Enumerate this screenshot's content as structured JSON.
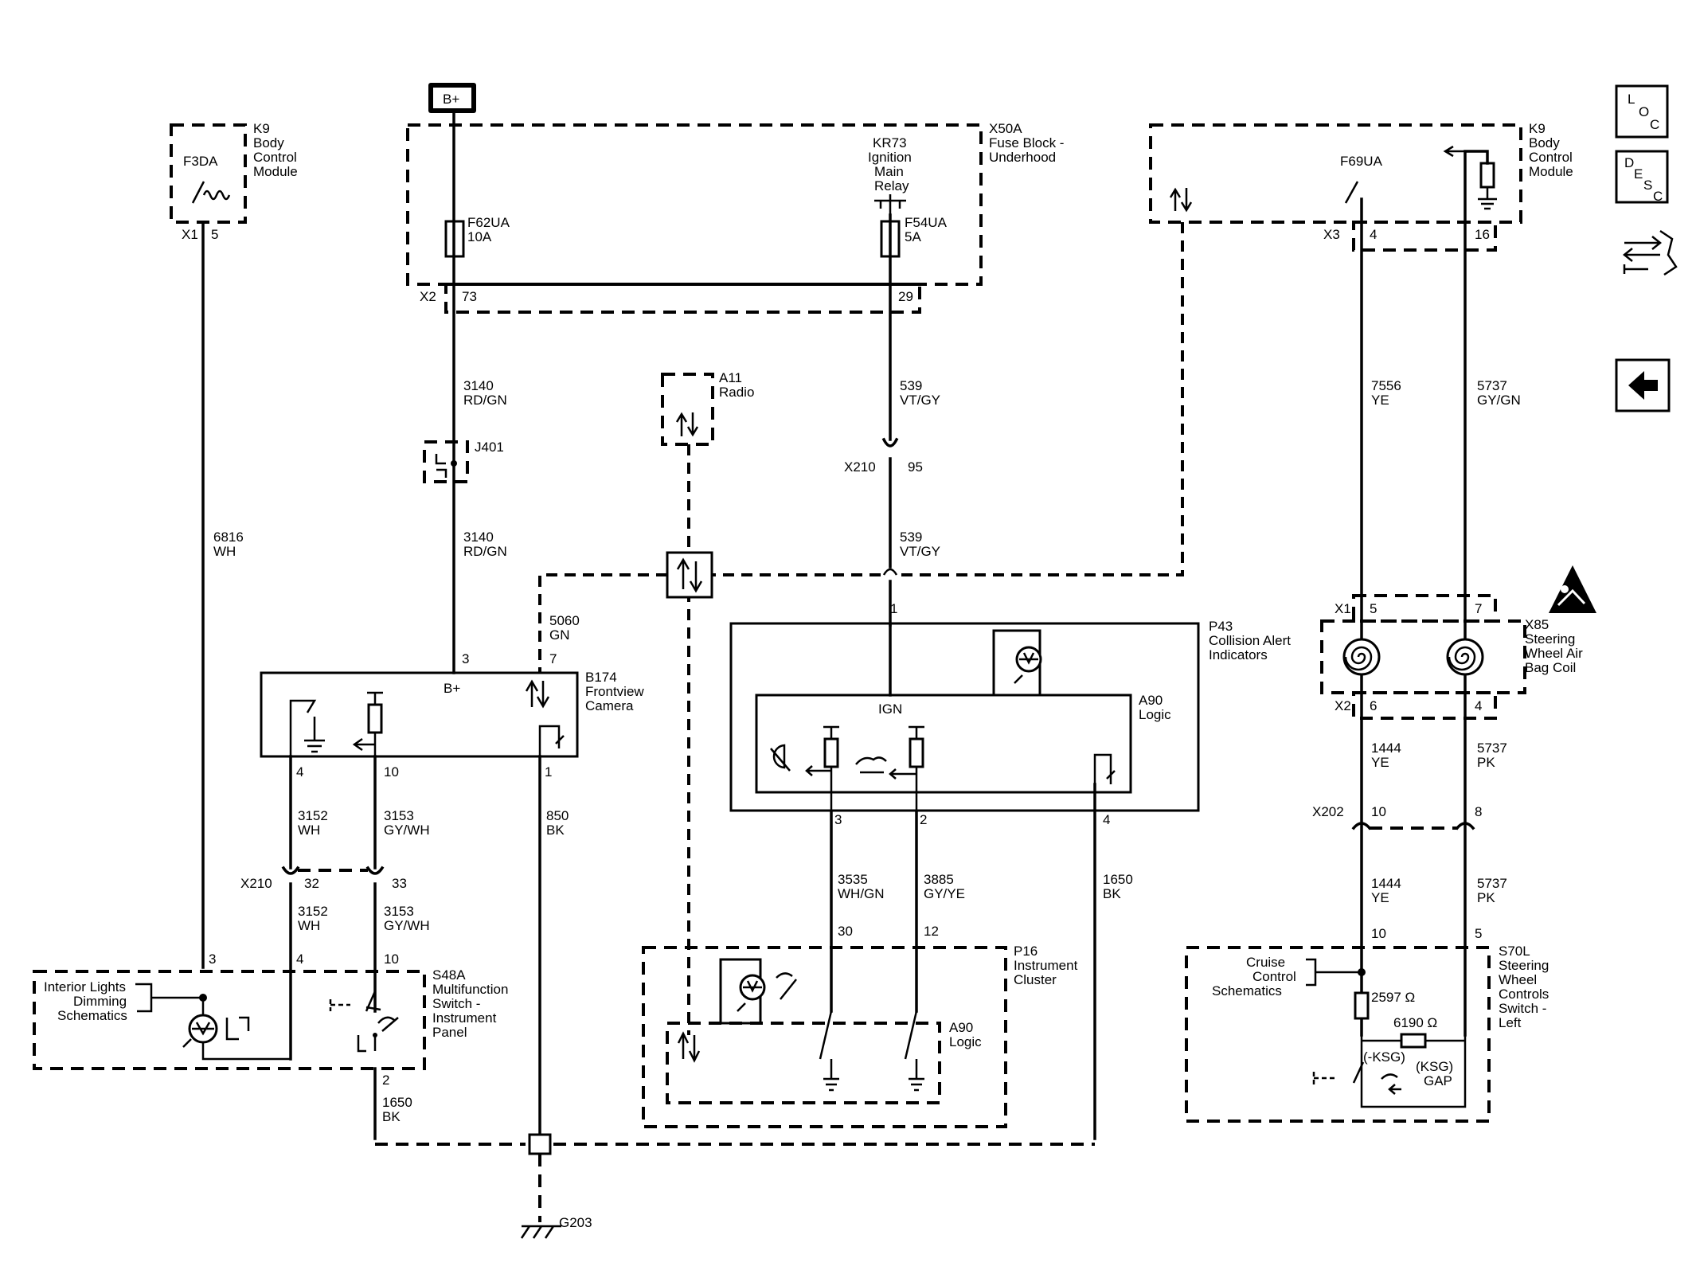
{
  "modules": {
    "k9_left": {
      "id": "K9",
      "name": [
        "Body",
        "Control",
        "Module"
      ],
      "fuse": "F3DA",
      "conn": "X1",
      "pin": "5"
    },
    "x50a": {
      "id": "X50A",
      "name": [
        "Fuse Block -",
        "Underhood"
      ],
      "power": "B+",
      "relay": [
        "KR73",
        "Ignition",
        "Main",
        "Relay"
      ],
      "fuse1": [
        "F62UA",
        "10A"
      ],
      "fuse2": [
        "F54UA",
        "5A"
      ],
      "conn": "X2",
      "pin1": "73",
      "pin2": "29"
    },
    "k9_right": {
      "id": "K9",
      "name": [
        "Body",
        "Control",
        "Module"
      ],
      "fuse": "F69UA",
      "conn": "X3",
      "pin1": "4",
      "pin2": "16"
    },
    "a11": {
      "id": "A11",
      "name": "Radio"
    },
    "j401": {
      "id": "J401"
    },
    "b174": {
      "id": "B174",
      "name": [
        "Frontview",
        "Camera"
      ],
      "bplus": "B+",
      "pins": {
        "p3": "3",
        "p7": "7",
        "p4": "4",
        "p10": "10",
        "p1": "1"
      }
    },
    "p43": {
      "id": "P43",
      "name": [
        "Collision Alert",
        "Indicators"
      ],
      "logic": [
        "A90",
        "Logic"
      ],
      "ign": "IGN",
      "pins": {
        "p1": "1",
        "p3": "3",
        "p2": "2",
        "p4": "4"
      }
    },
    "x85": {
      "id": "X85",
      "name": [
        "Steering",
        "Wheel Air",
        "Bag Coil"
      ],
      "conn_top": "X1",
      "conn_bot": "X2",
      "pins": {
        "t5": "5",
        "t7": "7",
        "b6": "6",
        "b4": "4"
      }
    },
    "s48a": {
      "id": "S48A",
      "name": [
        "Multifunction",
        "Switch -",
        "Instrument",
        "Panel"
      ],
      "ref": [
        "Interior Lights",
        "Dimming",
        "Schematics"
      ],
      "pins": {
        "p3": "3",
        "p4": "4",
        "p10": "10",
        "p2": "2"
      }
    },
    "p16": {
      "id": "P16",
      "name": [
        "Instrument",
        "Cluster"
      ],
      "logic": [
        "A90",
        "Logic"
      ],
      "pins": {
        "p30": "30",
        "p12": "12"
      }
    },
    "s70l": {
      "id": "S70L",
      "name": [
        "Steering",
        "Wheel",
        "Controls",
        "Switch -",
        "Left"
      ],
      "ref": [
        "Cruise",
        "Control",
        "Schematics"
      ],
      "r1": "2597 Ω",
      "r2": "6190 Ω",
      "neg": "(-KSG)",
      "ksg": [
        "(KSG)",
        "GAP"
      ],
      "pins": {
        "p10": "10",
        "p5": "5"
      }
    }
  },
  "wires": {
    "w6816": [
      "6816",
      "WH"
    ],
    "w3140a": [
      "3140",
      "RD/GN"
    ],
    "w3140b": [
      "3140",
      "RD/GN"
    ],
    "w539a": [
      "539",
      "VT/GY"
    ],
    "w539b": [
      "539",
      "VT/GY"
    ],
    "w5060": [
      "5060",
      "GN"
    ],
    "w7556": [
      "7556",
      "YE"
    ],
    "w5737a": [
      "5737",
      "GY/GN"
    ],
    "w1444a": [
      "1444",
      "YE"
    ],
    "w5737b": [
      "5737",
      "PK"
    ],
    "w1444b": [
      "1444",
      "YE"
    ],
    "w5737c": [
      "5737",
      "PK"
    ],
    "w3152a": [
      "3152",
      "WH"
    ],
    "w3153a": [
      "3153",
      "GY/WH"
    ],
    "w3152b": [
      "3152",
      "WH"
    ],
    "w3153b": [
      "3153",
      "GY/WH"
    ],
    "w850": [
      "850",
      "BK"
    ],
    "w3535": [
      "3535",
      "WH/GN"
    ],
    "w3885": [
      "3885",
      "GY/YE"
    ],
    "w1650a": [
      "1650",
      "BK"
    ],
    "w1650b": [
      "1650",
      "BK"
    ]
  },
  "connectors": {
    "x210_top": {
      "id": "X210",
      "pin": "95"
    },
    "x210_mid": {
      "id": "X210",
      "pin1": "32",
      "pin2": "33"
    },
    "x202": {
      "id": "X202",
      "pin1": "10",
      "pin2": "8"
    }
  },
  "ground": {
    "id": "G203"
  },
  "nav": {
    "loc": [
      "L",
      "O",
      "C"
    ],
    "desc": [
      "D",
      "E",
      "S",
      "C"
    ]
  }
}
